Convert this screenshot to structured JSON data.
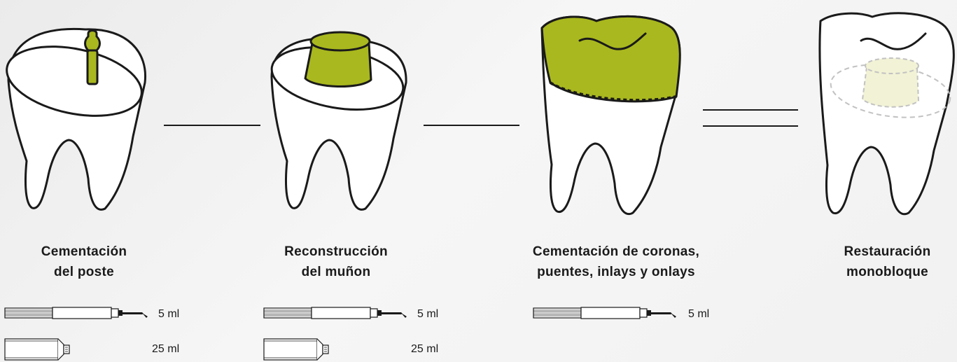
{
  "colors": {
    "accent": "#a9b81e",
    "accent_light": "#f2f2d6",
    "outline": "#1a1a1a",
    "tooth_fill": "#ffffff",
    "dashed": "#bdbdbd"
  },
  "steps": [
    {
      "caption_line1": "Cementación",
      "caption_line2": "del poste",
      "icon": "tooth-with-post-icon"
    },
    {
      "caption_line1": "Reconstrucción",
      "caption_line2": "del muñon",
      "icon": "tooth-with-core-icon"
    },
    {
      "caption_line1": "Cementación de coronas,",
      "caption_line2": "puentes, inlays y onlays",
      "icon": "tooth-with-crown-icon"
    },
    {
      "caption_line1": "Restauración",
      "caption_line2": "monobloque",
      "icon": "monoblock-tooth-icon"
    }
  ],
  "products": {
    "syringe_volume": "5 ml",
    "cartridge_volume": "25 ml"
  }
}
